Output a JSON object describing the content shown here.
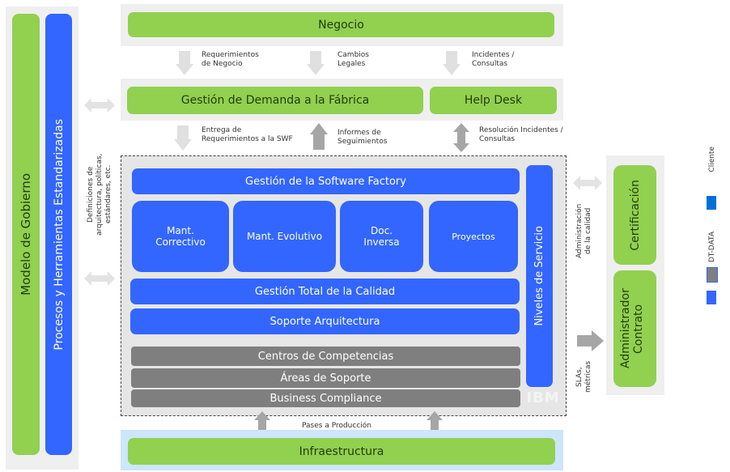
{
  "left": {
    "governance": "Modelo de Gobierno",
    "processes": "Procesos y Herramientas Estandarizadas",
    "definitions_label": "Definiciones de arquitectura, políticas, estándares, etc."
  },
  "top": {
    "business": "Negocio",
    "flows_down": [
      {
        "label": "Requerimientos de Negocio",
        "icon": "arrow-down-icon"
      },
      {
        "label": "Cambios Legales",
        "icon": "arrow-down-icon"
      },
      {
        "label": "Incidentes / Consultas",
        "icon": "arrow-down-icon"
      }
    ],
    "demand": "Gestión de Demanda a la Fábrica",
    "helpdesk": "Help Desk",
    "flows_mid": [
      {
        "label": "Entrega de Requerimientos a la SWF",
        "icon": "arrow-down-icon"
      },
      {
        "label": "Informes de Seguimientos",
        "icon": "arrow-up-icon"
      },
      {
        "label": "Resolución Incidentes / Consultas",
        "icon": "arrow-updown-icon"
      }
    ]
  },
  "factory": {
    "management": "Gestión de la Software Factory",
    "services": [
      "Mant. Correctivo",
      "Mant. Evolutivo",
      "Doc. Inversa",
      "Proyectos"
    ],
    "quality": "Gestión Total de la Calidad",
    "architecture": "Soporte Arquitectura",
    "support_layers": [
      "Centros de Competencias",
      "Áreas de Soporte",
      "Business Compliance"
    ],
    "service_levels": "Niveles de Servicio",
    "watermark": "IBM"
  },
  "bottom": {
    "flow_label": "Pases a Producción",
    "infra": "Infraestructura"
  },
  "right": {
    "quality_admin_label": "Administración de la calidad",
    "sla_label": "SLAs, métricas",
    "certification": "Certificación",
    "contract_admin": "Administrador Contrato"
  },
  "legend": {
    "client_label": "Cliente",
    "client_color": "#0070d8",
    "dtdata_label": "DT-DATA",
    "dtdata_colors": [
      "#7f7f7f",
      "#3366ff"
    ]
  }
}
